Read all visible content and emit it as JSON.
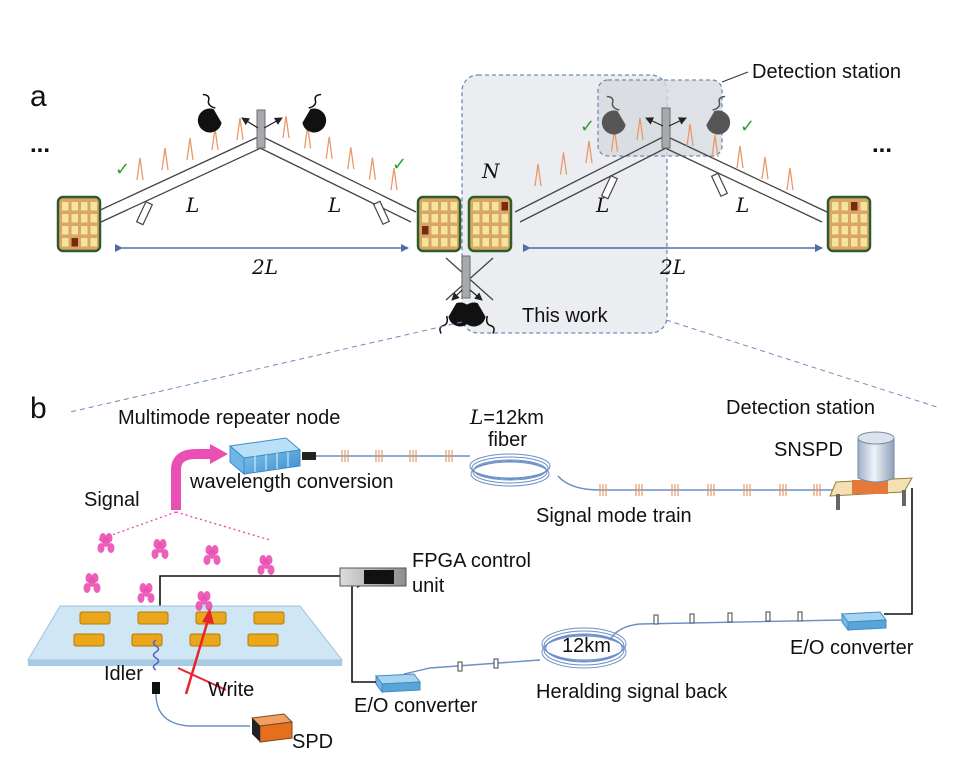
{
  "panel_a": {
    "label": "a",
    "ellipsis_left": "...",
    "ellipsis_right": "...",
    "L_label": "L",
    "two_L_label": "2L",
    "N_label": "N",
    "check": "✓",
    "detection_station": "Detection station",
    "this_work": "This work"
  },
  "panel_b": {
    "label": "b",
    "multimode_repeater_node": "Multimode repeater node",
    "fiber_length_prefix": "L",
    "fiber_length_value": "=12km",
    "fiber": "fiber",
    "detection_station": "Detection station",
    "snspd": "SNSPD",
    "wavelength_conversion": "wavelength conversion",
    "signal": "Signal",
    "signal_mode_train": "Signal mode train",
    "fpga_line1": "FPGA control",
    "fpga_line2": "unit",
    "eo_converter_right": "E/O converter",
    "heralding_fiber": "12km",
    "heralding_signal_back": "Heralding signal back",
    "eo_converter_left": "E/O converter",
    "idler": "Idler",
    "write": "Write",
    "spd": "SPD"
  },
  "colors": {
    "chip_fill": "#d9a66a",
    "chip_cell": "#f6e49a",
    "chip_border": "#2f5d2a",
    "fiber_blue": "#6b8fc6",
    "pulse_orange": "#e89a6b",
    "check_green": "#2ca02c",
    "magenta": "#ea4fb3",
    "write_red": "#e8242d",
    "box_fill": "#eef0f3",
    "box_stroke": "#6e8db6",
    "arrow_blue": "#4e6ea6"
  }
}
